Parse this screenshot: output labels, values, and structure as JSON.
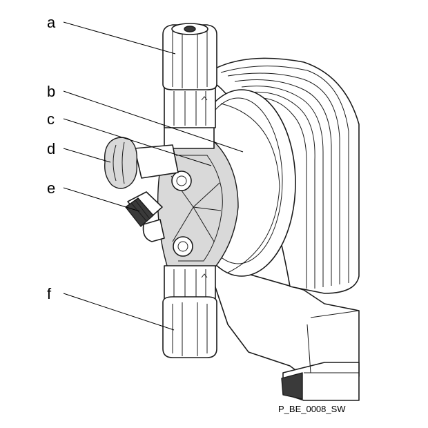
{
  "figure": {
    "callouts": [
      {
        "id": "a",
        "label": "a"
      },
      {
        "id": "b",
        "label": "b"
      },
      {
        "id": "c",
        "label": "c"
      },
      {
        "id": "d",
        "label": "d"
      },
      {
        "id": "e",
        "label": "e"
      },
      {
        "id": "f",
        "label": "f"
      }
    ],
    "drawing_code": "P_BE_0008_SW"
  }
}
